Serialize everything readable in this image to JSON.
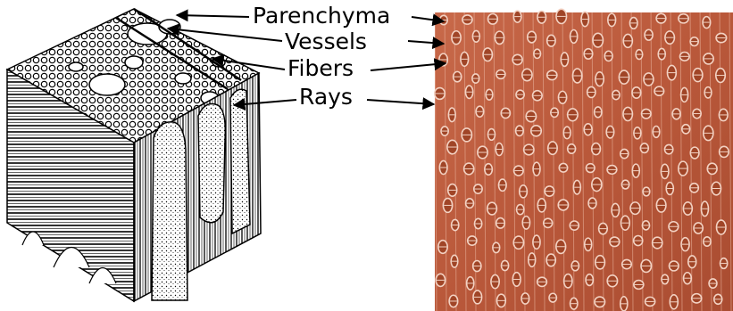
{
  "labels": {
    "parenchyma": "Parenchyma",
    "vessels": "Vessels",
    "fibers": "Fibers",
    "rays": "Rays"
  },
  "images": {
    "cube": {
      "icon": "wood-block-illustration-icon"
    },
    "micrograph": {
      "icon": "wood-cross-section-micrograph-icon",
      "tint": "#b9583a"
    }
  },
  "colors": {
    "ink": "#000000",
    "wood_base": "#b9583a",
    "wood_light": "#d98a6a",
    "pore_ring": "#f3d2c3",
    "pore_center": "#a04527"
  }
}
